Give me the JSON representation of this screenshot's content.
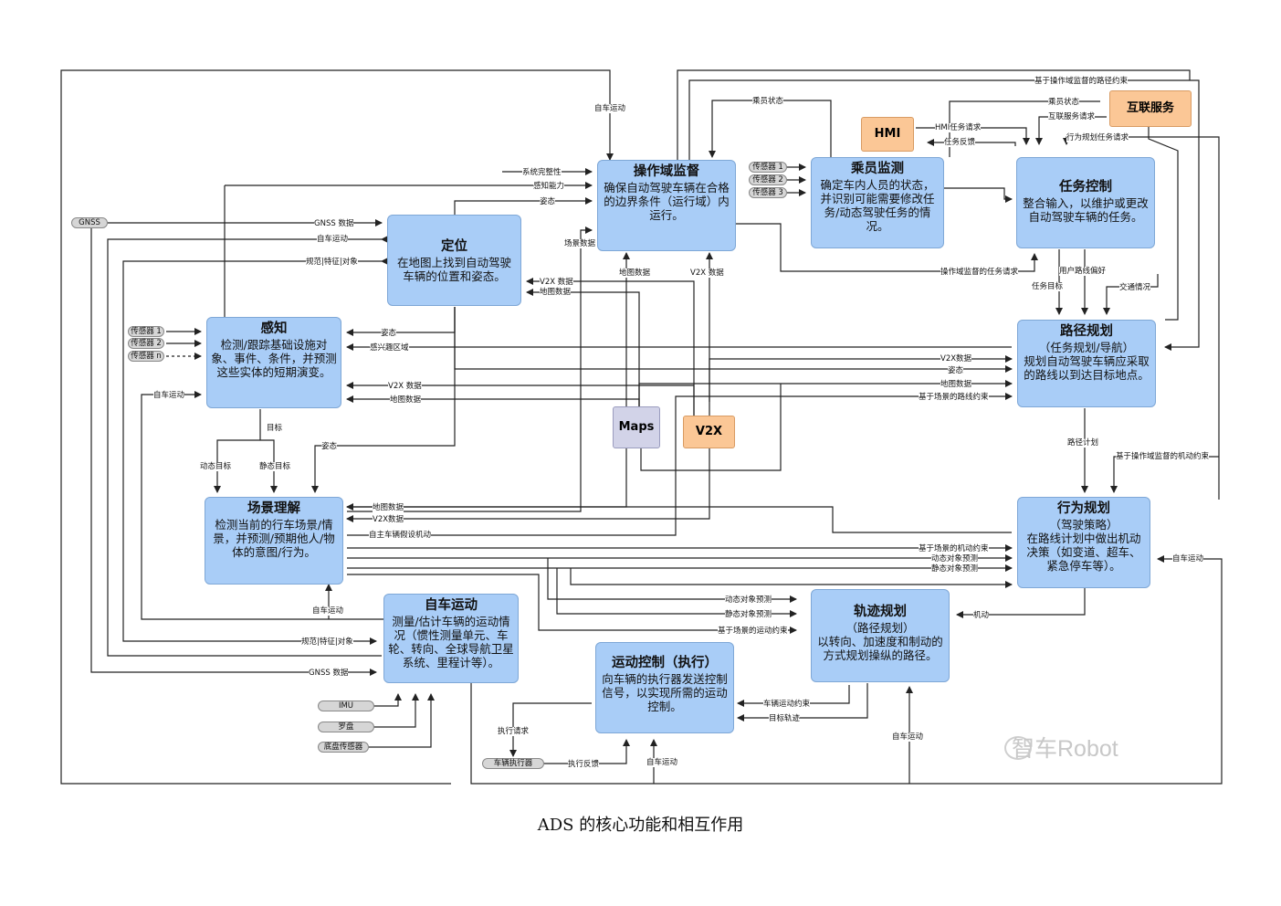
{
  "caption": "ADS 的核心功能和相互作用",
  "watermark": "智车Robot",
  "colors": {
    "module": "#a9cdf7",
    "external_orange": "#fbc796",
    "external_gray": "#d2d3e8",
    "line": "#222222"
  },
  "modules": {
    "odd_monitor": {
      "title": "操作域监督",
      "desc": "确保自动驾驶车辆在合格的边界条件（运行域）内运行。"
    },
    "localization": {
      "title": "定位",
      "desc": "在地图上找到自动驾驶车辆的位置和姿态。"
    },
    "perception": {
      "title": "感知",
      "desc": "检测/跟踪基础设施对象、事件、条件，并预测这些实体的短期演变。"
    },
    "occupant_monitor": {
      "title": "乘员监测",
      "desc": "确定车内人员的状态，并识别可能需要修改任务/动态驾驶任务的情况。"
    },
    "mission_control": {
      "title": "任务控制",
      "desc": "整合输入，以维护或更改自动驾驶车辆的任务。"
    },
    "route_planning": {
      "title": "路径规划",
      "subtitle": "（任务规划/导航）",
      "desc": "规划自动驾驶车辆应采取的路线以到达目标地点。"
    },
    "behavior_planning": {
      "title": "行为规划",
      "subtitle": "（驾驶策略）",
      "desc": "在路线计划中做出机动决策（如变道、超车、紧急停车等）。"
    },
    "scene_understanding": {
      "title": "场景理解",
      "desc": "检测当前的行车场景/情景，并预测/预期他人/物体的意图/行为。"
    },
    "ego_motion": {
      "title": "自车运动",
      "desc": "测量/估计车辆的运动情况（惯性测量单元、车轮、转向、全球导航卫星系统、里程计等）。"
    },
    "trajectory_planning": {
      "title": "轨迹规划",
      "subtitle": "（路径规划）",
      "desc": "以转向、加速度和制动的方式规划操纵的路径。"
    },
    "motion_control": {
      "title": "运动控制（执行）",
      "desc": "向车辆的执行器发送控制信号，以实现所需的运动控制。"
    }
  },
  "externals": {
    "hmi": "HMI",
    "connected_services": "互联服务",
    "maps": "Maps",
    "v2x": "V2X"
  },
  "inputs": {
    "gnss": "GNSS",
    "sensors": [
      "传感器 1",
      "传感器 2",
      "传感器 n"
    ],
    "occupant_sensors": [
      "传感器 1",
      "传感器 2",
      "传感器 3"
    ],
    "imu": "IMU",
    "compass": "罗盘",
    "chassis_sensors": "底盘传感器",
    "actuators": "车辆执行器"
  },
  "labels": {
    "ego_motion_top": "自车运动",
    "system_integrity": "系统完整性",
    "perception_capability": "感知能力",
    "pose_odd": "姿态",
    "scene_data": "场景数据",
    "gnss_data": "GNSS 数据",
    "ego_motion_loc": "自车运动",
    "rules_feature_obj": "规范|特征|对象",
    "v2x_data_loc": "V2X 数据",
    "map_data_loc": "地图数据",
    "map_data_odd": "地图数据",
    "v2x_data_odd": "V2X 数据",
    "occupant_status_top": "乘员状态",
    "route_constraint_top": "基于操作域监督的路径约束",
    "occupant_status_right": "乘员状态",
    "connected_service_req": "互联服务请求",
    "hmi_task_req": "HMI任务请求",
    "task_feedback": "任务反馈",
    "behavior_task_req": "行为规划任务请求",
    "odd_task_req": "操作域监督的任务请求",
    "user_route_pref": "用户路线偏好",
    "task_target": "任务目标",
    "traffic_status": "交通情况",
    "pose_perc": "姿态",
    "roi": "感兴趣区域",
    "v2x_data_perc": "V2X 数据",
    "map_data_perc": "地图数据",
    "ego_motion_perc": "自车运动",
    "v2x_data_route": "V2X数据",
    "pose_route": "姿态",
    "map_data_route": "地图数据",
    "scene_route_constraint": "基于场景的路线约束",
    "route_plan": "路径计划",
    "odd_maneuver_constraint": "基于操作域监督的机动约束",
    "target": "目标",
    "dynamic_target": "动态目标",
    "static_target": "静态目标",
    "pose_scene": "姿态",
    "map_data_scene": "地图数据",
    "v2x_data_scene": "V2X数据",
    "ego_hypothesis": "自主车辆假设机动",
    "scene_maneuver_constraint": "基于场景的机动约束",
    "dyn_obj_pred_bp": "动态对象预测",
    "static_obj_pred_bp": "静态对象预测",
    "ego_motion_bp": "自车运动",
    "dyn_obj_pred_tp": "动态对象预测",
    "static_obj_pred_tp": "静态对象预测",
    "scene_motion_constraint": "基于场景的运动约束",
    "maneuver": "机动",
    "ego_motion_scene": "自车运动",
    "rules_feature_obj2": "规范|特征|对象",
    "gnss_data2": "GNSS 数据",
    "vehicle_motion_constraint": "车辆运动约束",
    "target_trajectory": "目标轨迹",
    "exec_request": "执行请求",
    "exec_feedback": "执行反馈",
    "ego_motion_mc": "自车运动",
    "ego_motion_tp": "自车运动"
  }
}
